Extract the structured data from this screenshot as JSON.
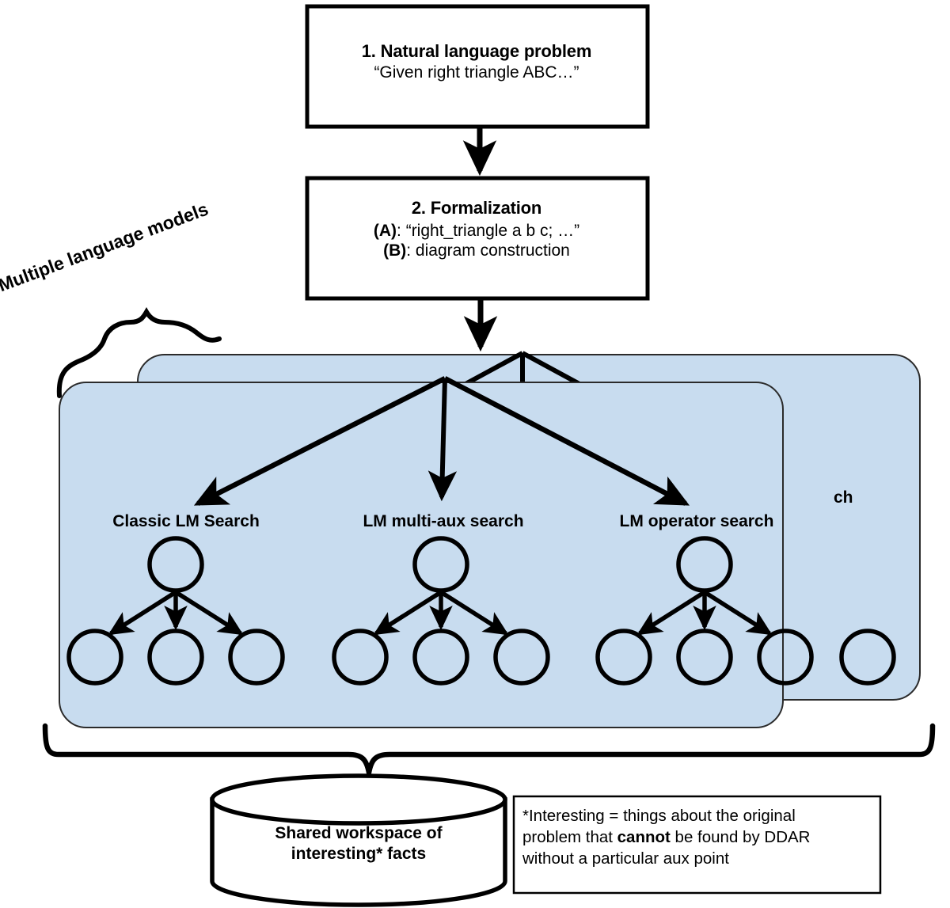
{
  "diagram": {
    "title": "Multi-model geometry problem solving pipeline",
    "colors": {
      "panel_fill": "#c8dcef",
      "panel_stroke": "#2b2b2b",
      "ink": "#000000",
      "box_fill": "#ffffff"
    }
  },
  "steps": {
    "step1": {
      "title": "1. Natural language problem",
      "subtitle": "“Given right triangle ABC…”"
    },
    "step2": {
      "title": "2. Formalization",
      "line_a_label": "(A)",
      "line_a_text": ": “right_triangle a b c; …”",
      "line_b_label": "(B)",
      "line_b_text": ": diagram construction"
    }
  },
  "annotation": {
    "multiple_models": "Multiple language models"
  },
  "panels": {
    "front": {
      "groups": [
        {
          "label": "Classic LM Search"
        },
        {
          "label": "LM multi-aux search"
        },
        {
          "label": "LM operator search"
        }
      ]
    },
    "back": {
      "clipped_label": "ch"
    }
  },
  "workspace": {
    "line1": "Shared workspace of",
    "line2": "interesting* facts"
  },
  "footnote": {
    "line1": "*Interesting = things about the original",
    "line2_pre": "problem that ",
    "line2_bold": "cannot",
    "line2_post": " be found by DDAR",
    "line3": "without a particular aux point"
  }
}
